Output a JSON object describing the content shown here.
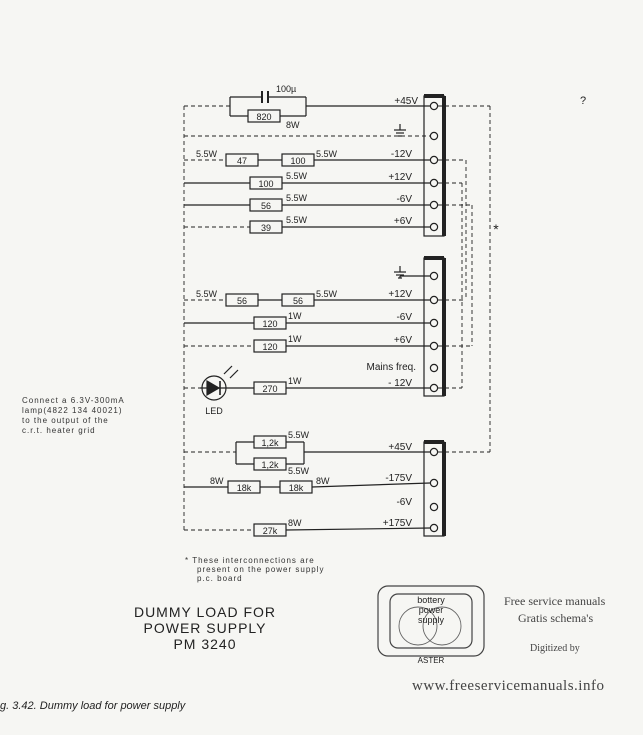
{
  "rails_a": [
    "+45V",
    "-12V",
    "+12V",
    "-6V",
    "+6V"
  ],
  "rails_b": [
    "+12V",
    "-6V",
    "+6V",
    "Mains freq.",
    "- 12V"
  ],
  "rails_c": [
    "+45V",
    "-175V",
    "-6V",
    "+175V"
  ],
  "components": {
    "cap": "100µ",
    "r820": "820",
    "w8w_a": "8W",
    "w55_a": "5.5W",
    "r47": "47",
    "r100a": "100",
    "w55_b": "5.5W",
    "r100b": "100",
    "w55_c": "5.5W",
    "r56a": "56",
    "w55_d": "5.5W",
    "r39": "39",
    "w55_e": "5.5W",
    "w55_f": "5.5W",
    "r56b": "56",
    "r56c": "56",
    "w55_g": "5.5W",
    "r120a": "120",
    "w1a": "1W",
    "r120b": "120",
    "w1b": "1W",
    "r270": "270",
    "w1c": "1W",
    "led": "LED",
    "r12ka": "1,2k",
    "w55_h": "5.5W",
    "r12kb": "1,2k",
    "w55_i": "5.5W",
    "w8w_b": "8W",
    "r18ka": "18k",
    "r18kb": "18k",
    "w8w_c": "8W",
    "r27k": "27k",
    "w8w_d": "8W",
    "asterisk": "*",
    "qmark": "?"
  },
  "note": [
    "Connect a 6.3V-300mA",
    "lamp(4822 134 40021)",
    "to the output of the",
    "c.r.t. heater grid"
  ],
  "footnote": [
    "* These interconnections are",
    "present on the power supply",
    "p.c. board"
  ],
  "title_lines": [
    "DUMMY LOAD FOR",
    "POWER SUPPLY",
    "PM 3240"
  ],
  "watermark": {
    "inner": [
      "bottery",
      "power",
      "supply"
    ],
    "bottom": "ASTER",
    "line1": "Free service manuals",
    "line2": "Gratis schema's",
    "line3": "Digitized by",
    "url": "www.freeservicemanuals.info"
  },
  "caption": "g. 3.42.  Dummy load for power supply"
}
